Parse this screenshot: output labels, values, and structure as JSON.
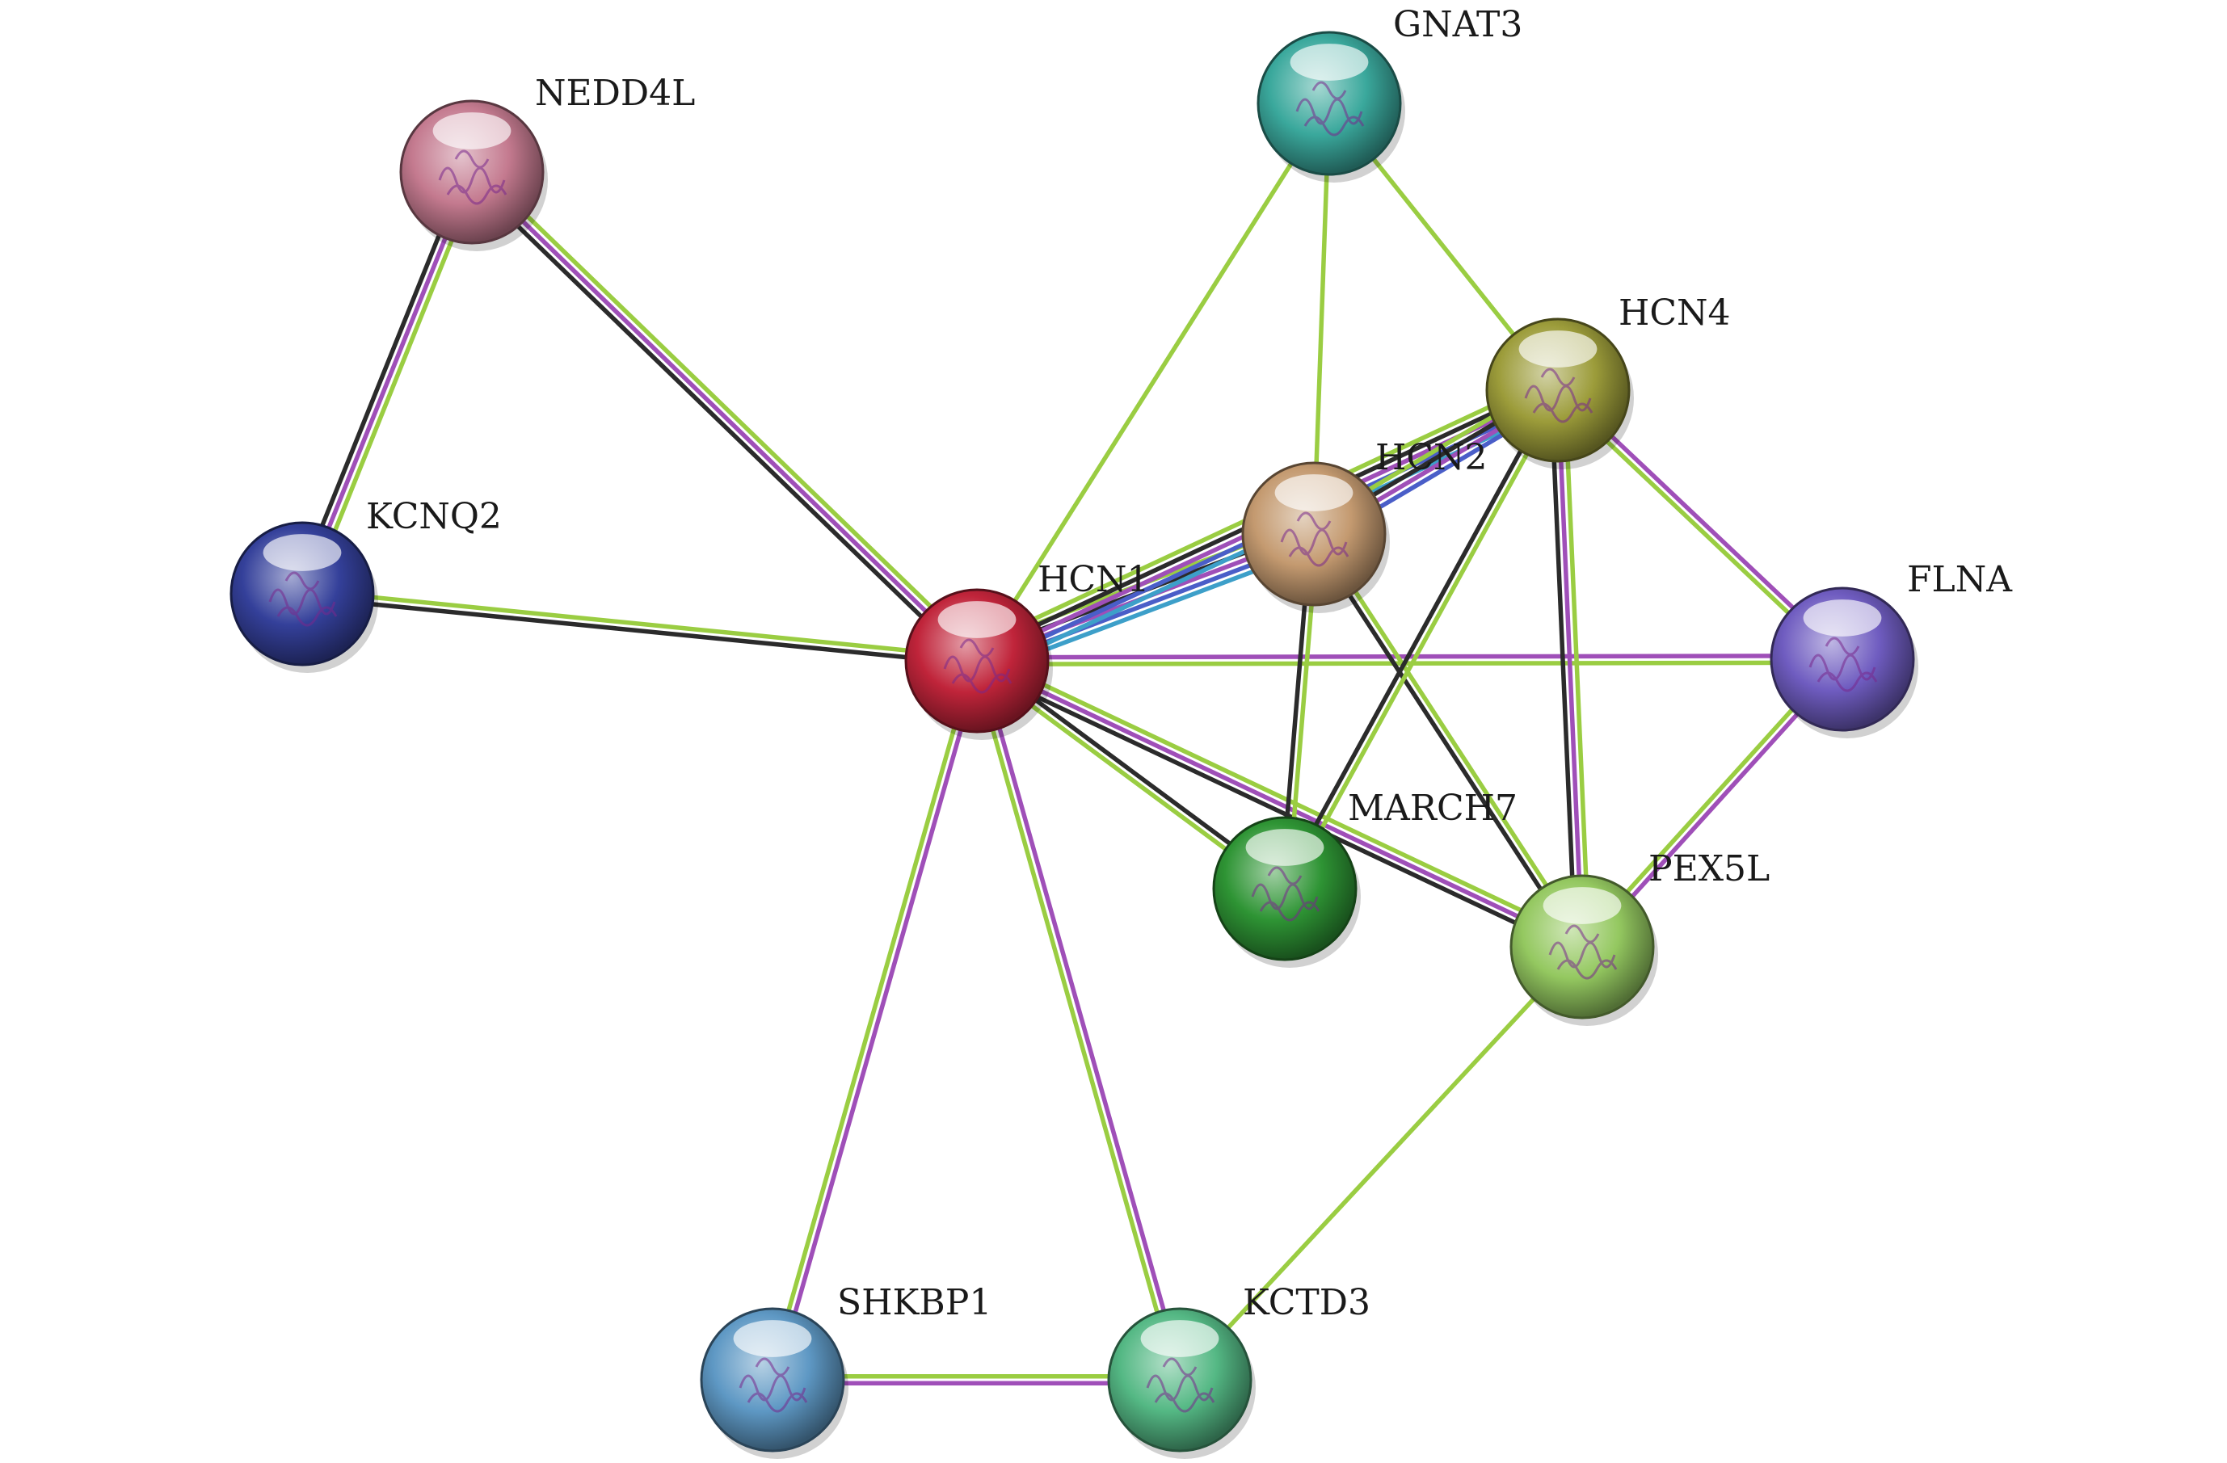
{
  "network": {
    "nodes": [
      {
        "id": "NEDD4L",
        "label": "NEDD4L",
        "color": "#c47a8f"
      },
      {
        "id": "GNAT3",
        "label": "GNAT3",
        "color": "#3aa89c"
      },
      {
        "id": "HCN4",
        "label": "HCN4",
        "color": "#9c9c3a"
      },
      {
        "id": "HCN2",
        "label": "HCN2",
        "color": "#c49a70"
      },
      {
        "id": "KCNQ2",
        "label": "KCNQ2",
        "color": "#34409a"
      },
      {
        "id": "HCN1",
        "label": "HCN1",
        "color": "#c0243a"
      },
      {
        "id": "FLNA",
        "label": "FLNA",
        "color": "#6f5cc0"
      },
      {
        "id": "MARCH7",
        "label": "MARCH7",
        "color": "#2e9434"
      },
      {
        "id": "PEX5L",
        "label": "PEX5L",
        "color": "#94c860"
      },
      {
        "id": "SHKBP1",
        "label": "SHKBP1",
        "color": "#5e98c4"
      },
      {
        "id": "KCTD3",
        "label": "KCTD3",
        "color": "#54b884"
      }
    ],
    "edges": [
      {
        "source": "NEDD4L",
        "target": "KCNQ2",
        "types": [
          "green",
          "purple",
          "black"
        ]
      },
      {
        "source": "NEDD4L",
        "target": "HCN1",
        "types": [
          "green",
          "purple",
          "black"
        ]
      },
      {
        "source": "KCNQ2",
        "target": "HCN1",
        "types": [
          "green",
          "black"
        ]
      },
      {
        "source": "GNAT3",
        "target": "HCN1",
        "types": [
          "green"
        ]
      },
      {
        "source": "GNAT3",
        "target": "HCN2",
        "types": [
          "green"
        ]
      },
      {
        "source": "GNAT3",
        "target": "HCN4",
        "types": [
          "green"
        ]
      },
      {
        "source": "HCN1",
        "target": "HCN2",
        "types": [
          "green",
          "black",
          "purple",
          "blue",
          "cyan"
        ]
      },
      {
        "source": "HCN1",
        "target": "HCN4",
        "types": [
          "green",
          "black",
          "purple",
          "blue",
          "cyan"
        ]
      },
      {
        "source": "HCN2",
        "target": "HCN4",
        "types": [
          "green",
          "black",
          "purple",
          "blue"
        ]
      },
      {
        "source": "HCN1",
        "target": "FLNA",
        "types": [
          "purple",
          "green"
        ]
      },
      {
        "source": "HCN1",
        "target": "MARCH7",
        "types": [
          "black",
          "green"
        ]
      },
      {
        "source": "HCN1",
        "target": "PEX5L",
        "types": [
          "green",
          "purple",
          "black"
        ]
      },
      {
        "source": "HCN1",
        "target": "SHKBP1",
        "types": [
          "purple",
          "green"
        ]
      },
      {
        "source": "HCN1",
        "target": "KCTD3",
        "types": [
          "purple",
          "green"
        ]
      },
      {
        "source": "HCN2",
        "target": "MARCH7",
        "types": [
          "green",
          "black"
        ]
      },
      {
        "source": "HCN2",
        "target": "PEX5L",
        "types": [
          "green",
          "black"
        ]
      },
      {
        "source": "HCN4",
        "target": "MARCH7",
        "types": [
          "green",
          "black"
        ]
      },
      {
        "source": "HCN4",
        "target": "PEX5L",
        "types": [
          "green",
          "purple",
          "black"
        ]
      },
      {
        "source": "HCN4",
        "target": "FLNA",
        "types": [
          "purple",
          "green"
        ]
      },
      {
        "source": "FLNA",
        "target": "PEX5L",
        "types": [
          "purple",
          "green"
        ]
      },
      {
        "source": "PEX5L",
        "target": "KCTD3",
        "types": [
          "green"
        ]
      },
      {
        "source": "SHKBP1",
        "target": "KCTD3",
        "types": [
          "green",
          "purple"
        ]
      }
    ],
    "edge_colors": {
      "green": "#9acd42",
      "purple": "#9f4fb8",
      "black": "#2b2b2b",
      "blue": "#4a5ec8",
      "cyan": "#3d9fc9"
    }
  }
}
